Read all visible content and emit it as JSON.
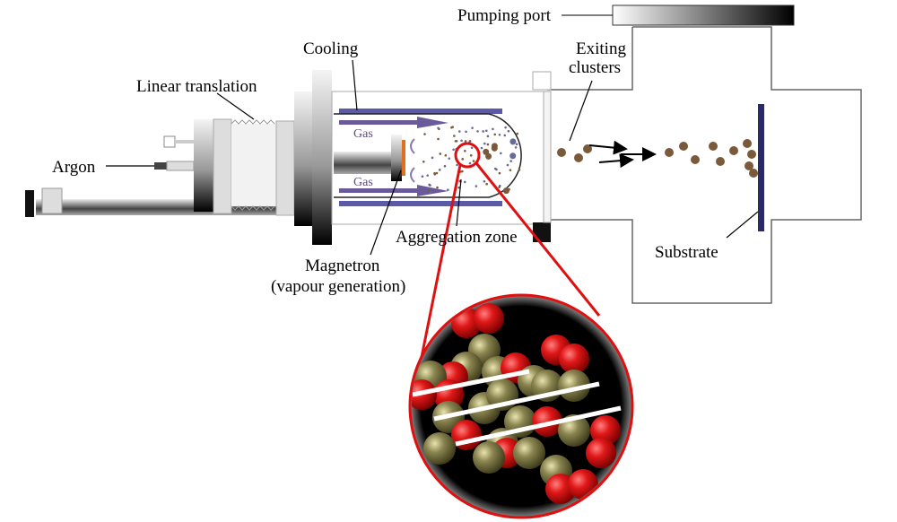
{
  "labels": {
    "pumping_port": "Pumping port",
    "cooling": "Cooling",
    "linear_translation": "Linear translation",
    "argon": "Argon",
    "gas_top": "Gas",
    "gas_bottom": "Gas",
    "exiting_clusters_1": "Exiting",
    "exiting_clusters_2": "clusters",
    "aggregation_zone": "Aggregation zone",
    "magnetron_1": "Magnetron",
    "magnetron_2": "(vapour generation)",
    "substrate": "Substrate"
  },
  "colors": {
    "zoom_circle": "#e01010",
    "cooling_jacket": "#5a5aa8",
    "gas_arrow": "#6a5a9a",
    "oxygen_atom": "#d81818",
    "metal_atom": "#807a48",
    "substrate": "#2a2a6a",
    "magnetron_target": "#e07020"
  }
}
